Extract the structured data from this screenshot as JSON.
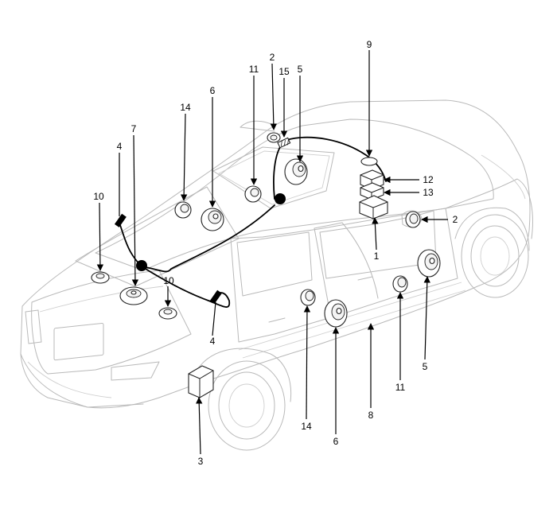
{
  "callouts": [
    {
      "key": "c1",
      "text": "1"
    },
    {
      "key": "c2a",
      "text": "2"
    },
    {
      "key": "c2b",
      "text": "2"
    },
    {
      "key": "c3",
      "text": "3"
    },
    {
      "key": "c4a",
      "text": "4"
    },
    {
      "key": "c4b",
      "text": "4"
    },
    {
      "key": "c5a",
      "text": "5"
    },
    {
      "key": "c5b",
      "text": "5"
    },
    {
      "key": "c6a",
      "text": "6"
    },
    {
      "key": "c6b",
      "text": "6"
    },
    {
      "key": "c7",
      "text": "7"
    },
    {
      "key": "c8",
      "text": "8"
    },
    {
      "key": "c9",
      "text": "9"
    },
    {
      "key": "c10a",
      "text": "10"
    },
    {
      "key": "c10b",
      "text": "10"
    },
    {
      "key": "c11a",
      "text": "11"
    },
    {
      "key": "c11b",
      "text": "11"
    },
    {
      "key": "c12",
      "text": "12"
    },
    {
      "key": "c13",
      "text": "13"
    },
    {
      "key": "c14a",
      "text": "14"
    },
    {
      "key": "c14b",
      "text": "14"
    },
    {
      "key": "c15",
      "text": "15"
    }
  ]
}
